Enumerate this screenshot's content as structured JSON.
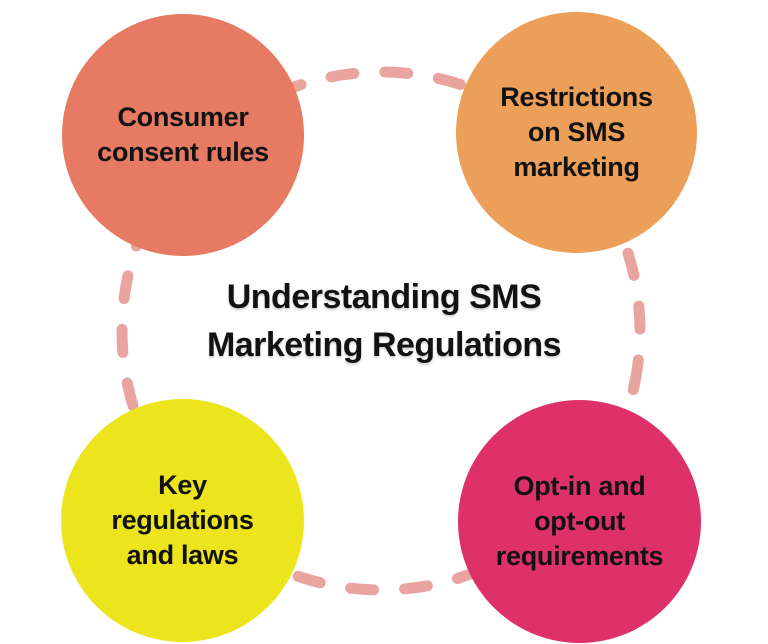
{
  "page": {
    "background": "#ffffff",
    "text_color": "#121212"
  },
  "title": {
    "full": "Understanding SMS Marketing Regulations",
    "lines": [
      "Understanding SMS",
      "Marketing Regulations"
    ]
  },
  "connector": {
    "shape": "dashed-circle",
    "color": "#e9a4a0"
  },
  "circles": [
    {
      "id": "consumer-consent-rules",
      "position": "top-left",
      "label": "Consumer consent rules",
      "lines": [
        "Consumer",
        "consent rules"
      ],
      "color": "#e67a62"
    },
    {
      "id": "restrictions-on-sms-marketing",
      "position": "top-right",
      "label": "Restrictions on SMS marketing",
      "lines": [
        "Restrictions",
        "on SMS",
        "marketing"
      ],
      "color": "#ec9f58"
    },
    {
      "id": "key-regulations-and-laws",
      "position": "bottom-left",
      "label": "Key regulations and laws",
      "lines": [
        "Key",
        "regulations",
        "and laws"
      ],
      "color": "#ece41d"
    },
    {
      "id": "opt-in-and-opt-out-requirements",
      "position": "bottom-right",
      "label": "Opt-in and opt-out requirements",
      "lines": [
        "Opt-in and",
        "opt-out",
        "requirements"
      ],
      "color": "#de3169"
    }
  ]
}
